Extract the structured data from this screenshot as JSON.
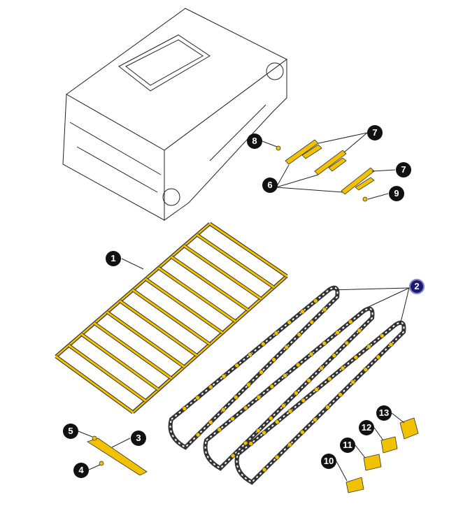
{
  "diagram": {
    "type": "exploded-parts-diagram",
    "accent_color": "#f2c200",
    "selected_callout": "2",
    "callouts": [
      {
        "id": "c1",
        "label": "1",
        "part": "conveyor-frame"
      },
      {
        "id": "c2",
        "label": "2",
        "part": "conveyor-chains"
      },
      {
        "id": "c3",
        "label": "3",
        "part": "slat"
      },
      {
        "id": "c4",
        "label": "4",
        "part": "nut"
      },
      {
        "id": "c5",
        "label": "5",
        "part": "bolt"
      },
      {
        "id": "c6",
        "label": "6",
        "part": "wear-strips"
      },
      {
        "id": "c7a",
        "label": "7",
        "part": "wear-strip"
      },
      {
        "id": "c7b",
        "label": "7",
        "part": "wear-strip"
      },
      {
        "id": "c8",
        "label": "8",
        "part": "bolt"
      },
      {
        "id": "c9",
        "label": "9",
        "part": "nut"
      },
      {
        "id": "c10",
        "label": "10",
        "part": "connector-pin"
      },
      {
        "id": "c11",
        "label": "11",
        "part": "connector-link"
      },
      {
        "id": "c12",
        "label": "12",
        "part": "offset-link"
      },
      {
        "id": "c13",
        "label": "13",
        "part": "attachment-link"
      }
    ]
  }
}
